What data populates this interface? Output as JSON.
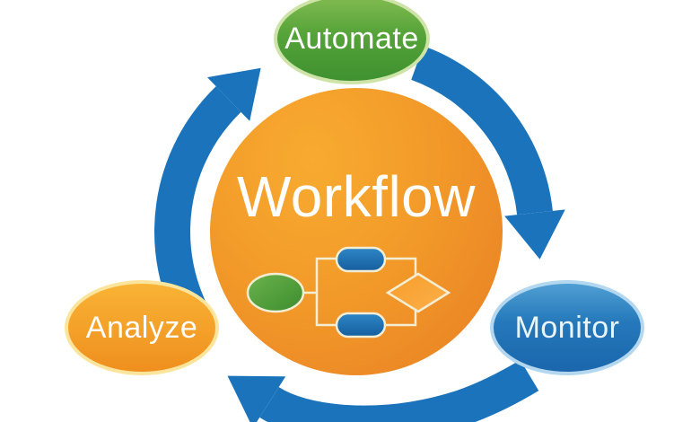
{
  "diagram": {
    "title": "Workflow",
    "center": {
      "label": "Workflow"
    },
    "nodes": [
      {
        "id": "automate",
        "label": "Automate",
        "position": "top"
      },
      {
        "id": "monitor",
        "label": "Monitor",
        "position": "right"
      },
      {
        "id": "analyze",
        "label": "Analyze",
        "position": "left"
      }
    ],
    "arrows": [
      {
        "name": "automate-to-monitor",
        "from": "Automate",
        "to": "Monitor"
      },
      {
        "name": "monitor-to-analyze",
        "from": "Monitor",
        "to": "Analyze"
      },
      {
        "name": "analyze-to-automate",
        "from": "Analyze",
        "to": "Automate"
      }
    ],
    "cycle_direction": "clockwise",
    "flowchart_icon": {
      "shapes": [
        "start-ellipse",
        "task-top",
        "task-bottom",
        "decision-diamond"
      ]
    }
  },
  "colors": {
    "arrow_blue": "#1b74bb",
    "circle_orange_light": "#f8ab30",
    "circle_orange_mid": "#f29a29",
    "circle_orange_dark": "#e87e24",
    "automate_green_light": "#82bb51",
    "automate_green_dark": "#3f9130",
    "automate_border": "#cde3a8",
    "analyze_orange_light": "#f9b335",
    "analyze_orange_dark": "#ef8f1e",
    "analyze_border": "#fbe49c",
    "monitor_blue_light": "#4f9fd3",
    "monitor_blue_dark": "#1b66ac",
    "monitor_border": "#b3d7ee",
    "monitor_label": "#e9f4fb",
    "pill_blue": "#1e74ba",
    "pill_blue_dark": "#155e9e",
    "flow_green_light": "#6cb34c",
    "flow_green_dark": "#3c8c2f",
    "diamond_orange_light": "#fbb04a",
    "diamond_orange_dark": "#f79d2a",
    "flow_line_cream": "#f3edd3",
    "label_white": "#ffffff",
    "background": "#ffffff"
  }
}
